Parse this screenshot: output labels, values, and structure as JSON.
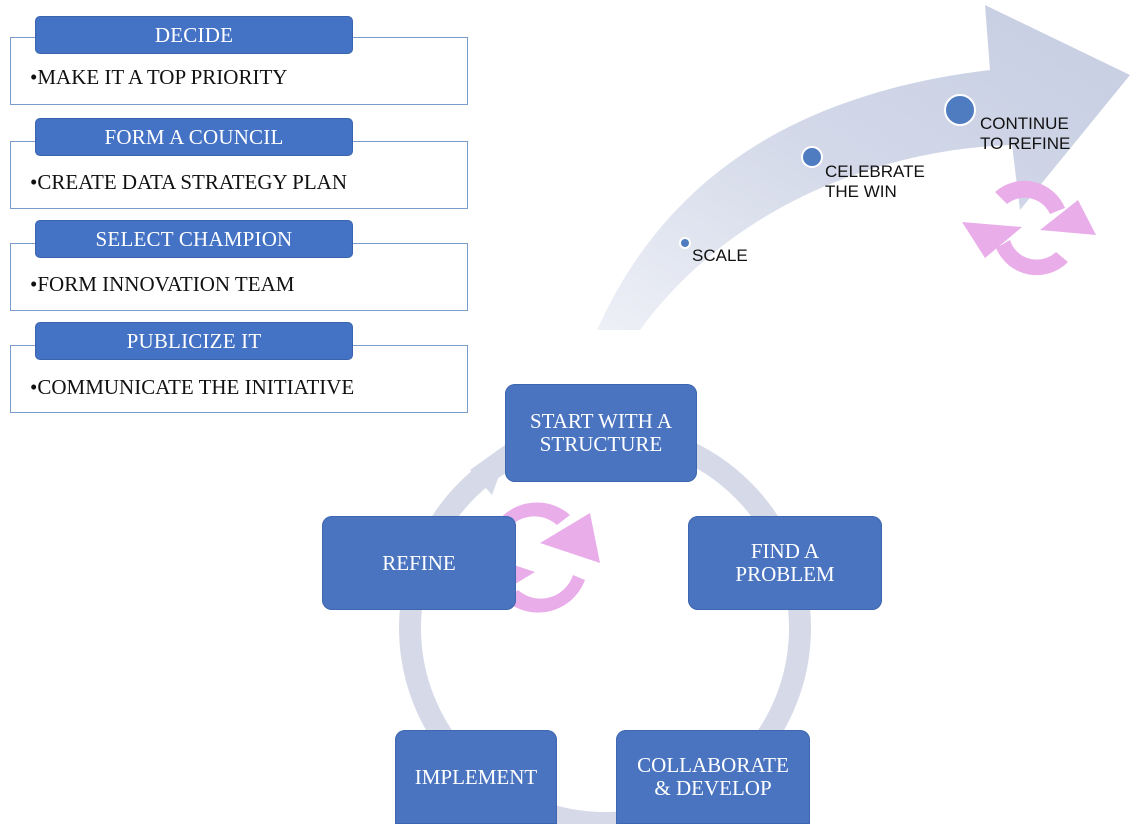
{
  "steps": [
    {
      "title": "DECIDE",
      "bullet": "•MAKE IT A TOP PRIORITY"
    },
    {
      "title": "FORM A COUNCIL",
      "bullet": "•CREATE DATA STRATEGY PLAN"
    },
    {
      "title": "SELECT CHAMPION",
      "bullet": "•FORM INNOVATION TEAM"
    },
    {
      "title": "PUBLICIZE IT",
      "bullet": "•COMMUNICATE THE INITIATIVE"
    }
  ],
  "cycle": {
    "start": "START WITH A STRUCTURE",
    "find": "FIND A PROBLEM",
    "collaborate": "COLLABORATE & DEVELOP",
    "implement": "IMPLEMENT",
    "refine": "REFINE"
  },
  "growth": {
    "scale": "SCALE",
    "celebrate": "CELEBRATE THE WIN",
    "continue": "CONTINUE TO REFINE"
  },
  "colors": {
    "node_blue": "#4a74c0",
    "header_blue": "#4472c4",
    "ring_gray": "#d6dae8",
    "refresh_pink": "#e9aee9",
    "dot_blue": "#4f7cc0"
  }
}
